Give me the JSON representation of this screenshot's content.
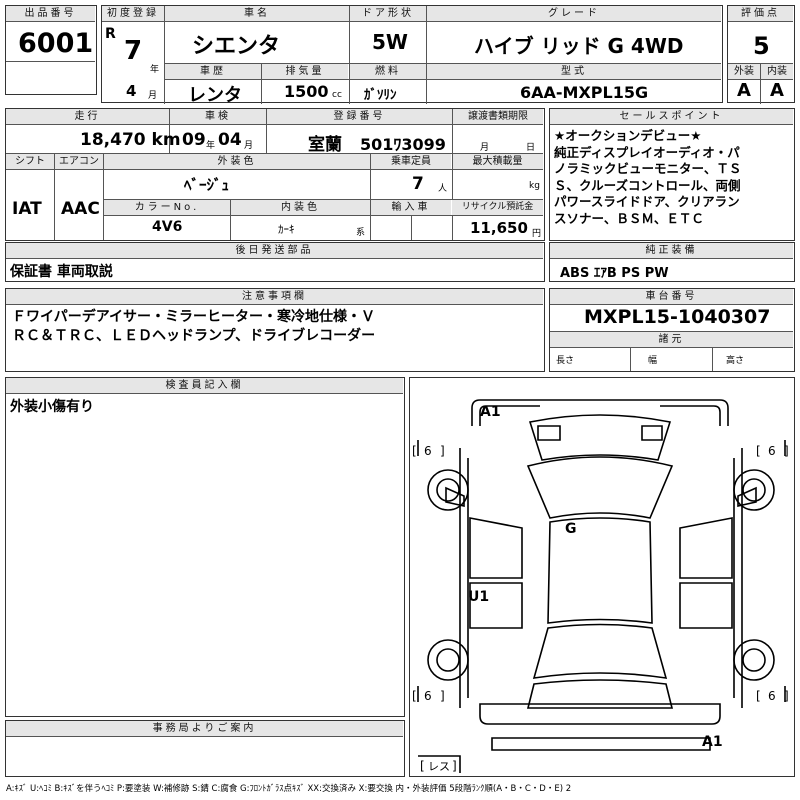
{
  "lot": {
    "label": "出品番号",
    "value": "6001"
  },
  "first_reg": {
    "label": "初度登録",
    "era": "R",
    "year": "7",
    "year_unit": "年",
    "month": "4",
    "month_unit": "月"
  },
  "car_name": {
    "label": "車名",
    "value": "シエンタ"
  },
  "door": {
    "label": "ドア形状",
    "value": "5W"
  },
  "grade": {
    "label": "グレード",
    "value": "ハイブ リッド G 4WD"
  },
  "score": {
    "label": "評価点",
    "value": "5",
    "ext_label": "外装",
    "int_label": "内装",
    "ext": "A",
    "int": "A"
  },
  "history": {
    "label": "車歴",
    "value": "レンタ"
  },
  "displacement": {
    "label": "排気量",
    "value": "1500",
    "unit": "cc"
  },
  "fuel": {
    "label": "燃料",
    "value": "ｶﾞｿﾘﾝ"
  },
  "model": {
    "label": "型式",
    "value": "6AA-MXPL15G"
  },
  "mileage": {
    "label": "走行",
    "value": "18,470 km"
  },
  "inspection": {
    "label": "車検",
    "year": "09",
    "year_unit": "年",
    "month": "04",
    "month_unit": "月"
  },
  "registration": {
    "label": "登録番号",
    "city": "室蘭",
    "number": "501ﾜ3099"
  },
  "transfer_deadline": {
    "label": "譲渡書類期限",
    "month_unit": "月",
    "day_unit": "日"
  },
  "shift": {
    "label": "シフト",
    "value": "IAT"
  },
  "aircon": {
    "label": "エアコン",
    "value": "AAC"
  },
  "exterior_color": {
    "label": "外装色",
    "value": "ﾍﾞｰｼﾞｭ"
  },
  "capacity": {
    "label": "乗車定員",
    "value": "7",
    "unit": "人"
  },
  "max_load": {
    "label": "最大積載量",
    "unit": "kg"
  },
  "color_no": {
    "label": "カラーNo.",
    "value": "4V6"
  },
  "interior_color": {
    "label": "内装色",
    "value": "ｶｰｷ",
    "unit": "系"
  },
  "import": {
    "label": "輸入車"
  },
  "recycle": {
    "label": "リサイクル預託金",
    "value": "11,650",
    "unit": "円"
  },
  "sales_points": {
    "label": "セールスポイント",
    "lines": [
      "★オークションデビュー★",
      "純正ディスプレイオーディオ・パ",
      "ノラミックビューモニター、ＴＳ",
      "Ｓ、クルーズコントロール、両側",
      "パワースライドドア、クリアラン",
      "スソナー、ＢＳＭ、ＥＴＣ"
    ]
  },
  "later_parts": {
    "label": "後日発送部品",
    "value": "保証書 車両取説"
  },
  "genuine_equipment": {
    "label": "純正装備",
    "value": "ABS ｴｱB PS PW"
  },
  "notes": {
    "label": "注意事項欄",
    "lines": [
      "Ｆワイパーデアイサー・ミラーヒーター・寒冷地仕様・Ｖ",
      "ＲＣ＆ＴＲＣ、ＬＥＤヘッドランプ、ドライブレコーダー"
    ]
  },
  "chassis": {
    "label": "車台番号",
    "value": "MXPL15-1040307"
  },
  "specs": {
    "label": "諸元",
    "length": "長さ",
    "width": "幅",
    "height": "高さ"
  },
  "inspector": {
    "label": "検査員記入欄",
    "value": "外装小傷有り"
  },
  "office": {
    "label": "事務局よりご案内"
  },
  "diagram": {
    "marks": {
      "front": "A1",
      "roof": "G",
      "left_side": "U1",
      "rear": "A1",
      "rear_glass": "レス"
    },
    "tires": [
      "6",
      "6",
      "6",
      "6"
    ]
  },
  "legend": "A:ｷｽﾞ U:ﾍｺﾐ B:ｷｽﾞを伴うﾍｺﾐ P:要塗装 W:補修跡 S:錆 C:腐食 G:ﾌﾛﾝﾄｶﾞﾗｽ点ｷｽﾞ XX:交換済み X:要交換 内・外装評価 5段階ﾗﾝｸ順(A・B・C・D・E) 2"
}
